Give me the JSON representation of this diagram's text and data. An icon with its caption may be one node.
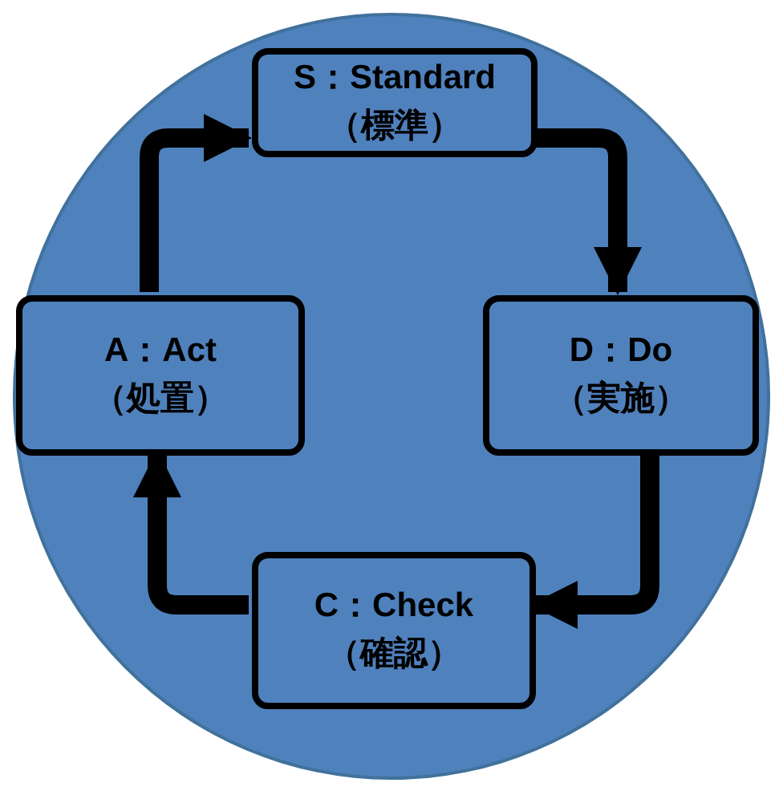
{
  "diagram": {
    "nodes": [
      {
        "text": [],
        "shape": "circle"
      },
      {
        "text": [
          "S：Standard",
          "（標準）"
        ],
        "in": 0
      },
      {
        "text": [
          "D：Do",
          "（実施）"
        ],
        "in": 0
      },
      {
        "text": [
          "C：Check",
          "（確認）"
        ],
        "in": 0
      },
      {
        "text": [
          "A：Act",
          "（処置）"
        ],
        "in": 0
      }
    ],
    "edges": [
      {
        "from": 1,
        "to": 2,
        "arrow": "to"
      },
      {
        "from": 2,
        "to": 3,
        "arrow": "to"
      },
      {
        "from": 3,
        "to": 4,
        "arrow": "to"
      },
      {
        "from": 4,
        "to": 1,
        "arrow": "to"
      }
    ]
  }
}
